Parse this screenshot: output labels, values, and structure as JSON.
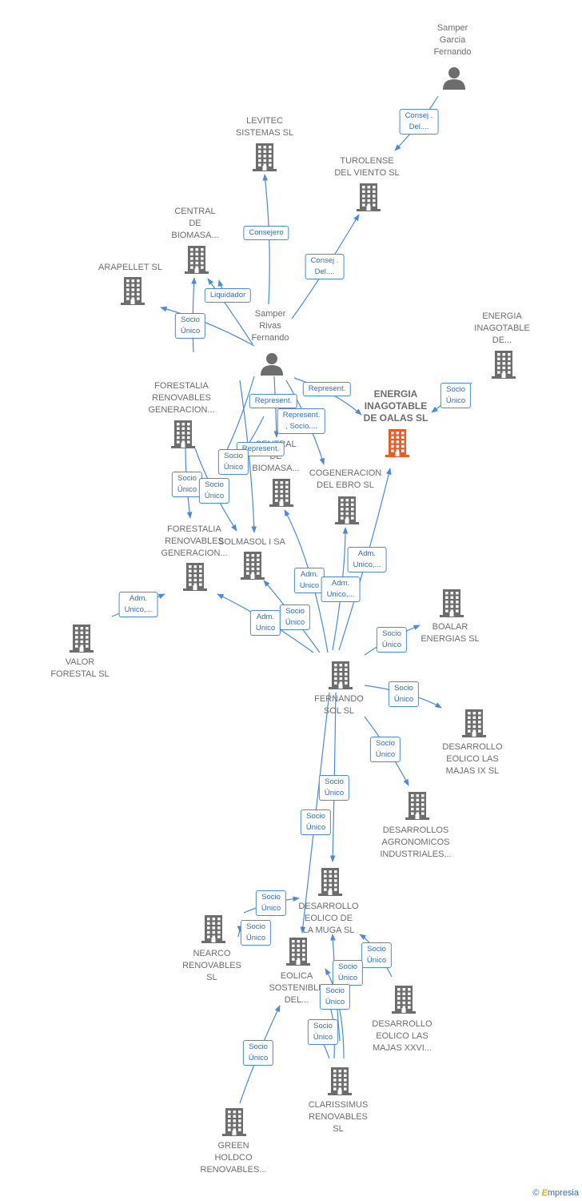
{
  "colors": {
    "edge": "#4a8ad8",
    "company": "#6d6d6d",
    "focal": "#ee5a24",
    "person": "#6d6d6d"
  },
  "nodes": [
    {
      "id": "samper_garcia",
      "type": "person",
      "label": "Samper\nGarcia\nFernando"
    },
    {
      "id": "levitec",
      "type": "company",
      "label": "LEVITEC\nSISTEMAS  SL"
    },
    {
      "id": "turolense",
      "type": "company",
      "label": "TUROLENSE\nDEL VIENTO SL"
    },
    {
      "id": "central_biomasa",
      "type": "company",
      "label": "CENTRAL\nDE\nBIOMASA..."
    },
    {
      "id": "arapellet",
      "type": "company",
      "label": "ARAPELLET  SL"
    },
    {
      "id": "samper_rivas",
      "type": "person",
      "label": "Samper\nRivas\nFernando"
    },
    {
      "id": "energia_ina_de",
      "type": "company",
      "label": "ENERGIA\nINAGOTABLE\nDE..."
    },
    {
      "id": "energia_oalas",
      "type": "focal",
      "label": "ENERGIA\nINAGOTABLE\nDE OALAS  SL"
    },
    {
      "id": "forestalia_1",
      "type": "company",
      "label": "FORESTALIA\nRENOVABLES\nGENERACION..."
    },
    {
      "id": "central_biomasa_2",
      "type": "company",
      "label": "CENTRAL\nDE\nBIOMASA..."
    },
    {
      "id": "cogeneracion",
      "type": "company",
      "label": "COGENERACION\nDEL EBRO  SL"
    },
    {
      "id": "forestalia_2",
      "type": "company",
      "label": "FORESTALIA\nRENOVABLES\nGENERACION..."
    },
    {
      "id": "solmasol",
      "type": "company",
      "label": "SOLMASOL I SA"
    },
    {
      "id": "boalar",
      "type": "company",
      "label": "BOALAR\nENERGIAS  SL"
    },
    {
      "id": "valor_forestal",
      "type": "company",
      "label": "VALOR\nFORESTAL SL"
    },
    {
      "id": "fernando_sol",
      "type": "company",
      "label": "FERNANDO\nSOL SL"
    },
    {
      "id": "desarrollo_ix",
      "type": "company",
      "label": "DESARROLLO\nEOLICO LAS\nMAJAS IX  SL"
    },
    {
      "id": "desarrollos_agro",
      "type": "company",
      "label": "DESARROLLOS\nAGRONOMICOS\nINDUSTRIALES..."
    },
    {
      "id": "desarrollo_muga",
      "type": "company",
      "label": "DESARROLLO\nEOLICO DE\nLA MUGA SL"
    },
    {
      "id": "nearco",
      "type": "company",
      "label": "NEARCO\nRENOVABLES\nSL"
    },
    {
      "id": "eolica_sost",
      "type": "company",
      "label": "EOLICA\nSOSTENIBLE\nDEL..."
    },
    {
      "id": "desarrollo_xxvi",
      "type": "company",
      "label": "DESARROLLO\nEOLICO LAS\nMAJAS XXVI..."
    },
    {
      "id": "clarissimus",
      "type": "company",
      "label": "CLARISSIMUS\nRENOVABLES\nSL"
    },
    {
      "id": "green_holdco",
      "type": "company",
      "label": "GREEN\nHOLDCO\nRENOVABLES..."
    }
  ],
  "edge_labels": [
    "Consej .\nDel....",
    "Consejero",
    "Consej .\nDel....",
    "Liquidador",
    "Socio\nÚnico",
    "Represent.",
    "Represent.",
    "Represent.",
    "Represent.\n, Socio....",
    "Socio\nÚnico",
    "Socio\nÚnico",
    "Adm.\nUnico",
    "Represent.",
    "Socio\nÚnico",
    "Socio\nÚnico",
    "Socio\nÚnico",
    "Adm.\nUnico,...",
    "Adm.\nUnico",
    "Adm.\nUnico,...",
    "Adm.\nUnico,...",
    "Adm.\nUnico",
    "Socio\nÚnico",
    "Socio\nÚnico",
    "Socio\nÚnico",
    "Socio\nÚnico",
    "Socio\nÚnico",
    "Socio\nÚnico",
    "Socio\nÚnico",
    "Socio\nÚnico",
    "Socio\nÚnico",
    "Socio\nÚnico",
    "Socio\nÚnico",
    "Socio\nÚnico"
  ],
  "footer": {
    "copyright": "©",
    "brand_initial": "E",
    "brand_rest": "mpresia"
  }
}
